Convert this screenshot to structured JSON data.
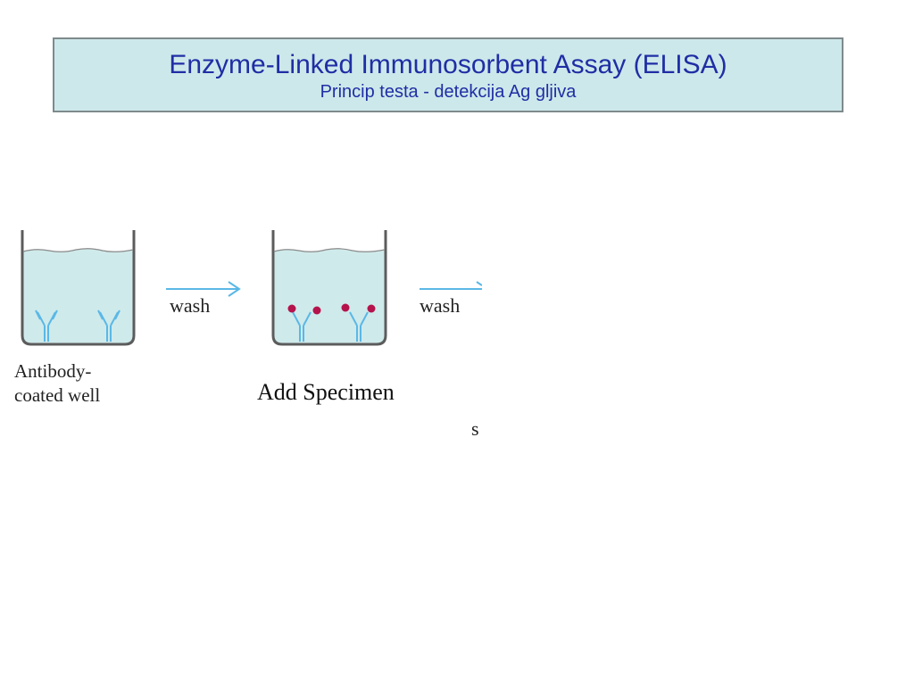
{
  "slide": {
    "title": "Enzyme-Linked Immunosorbent Assay (ELISA)",
    "subtitle": "Princip testa - detekcija Ag gljiva"
  },
  "diagram": {
    "well1_label_line1": "Antibody-",
    "well1_label_line2": "coated well",
    "arrow1_label": "wash",
    "arrow2_label": "wash",
    "step_label": "Add Specimen",
    "cut_off_text": "s",
    "colors": {
      "liquid": "#cfeaeb",
      "well_outline": "#5c5c5c",
      "antibody": "#5ab8e6",
      "antigen": "#b4134b",
      "arrow": "#5ab8e6"
    }
  }
}
